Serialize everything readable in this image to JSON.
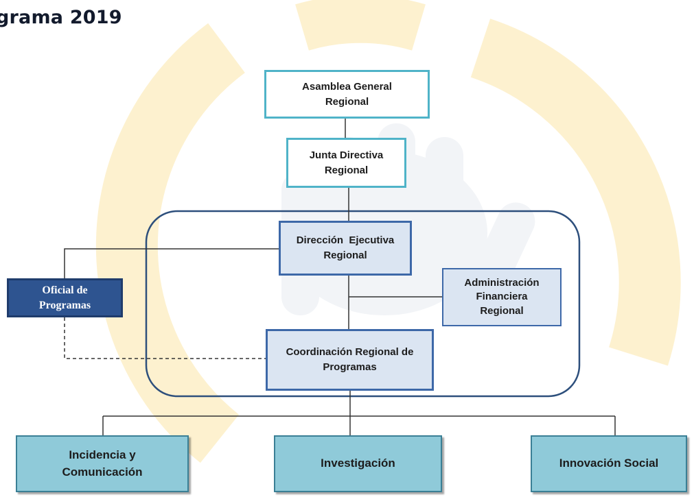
{
  "page": {
    "heading": "grama 2019"
  },
  "org_chart": {
    "asamblea": [
      "Asamblea General",
      "Regional"
    ],
    "junta": [
      "Junta Directiva",
      "Regional"
    ],
    "direccion": [
      "Dirección  Ejecutiva",
      "Regional"
    ],
    "administracion": [
      "Administración",
      "Financiera",
      "Regional"
    ],
    "oficial": [
      "Oficial de",
      "Programas"
    ],
    "coordinacion": [
      "Coordinación Regional de",
      "Programas"
    ],
    "programs": {
      "incidencia": [
        "Incidencia y",
        "Comunicación"
      ],
      "investigacion": [
        "Investigación"
      ],
      "innovacion": [
        "Innovación Social"
      ]
    }
  },
  "colors": {
    "top_border": "#4fb3c8",
    "exec_fill": "#dbe5f2",
    "exec_border": "#3d68a8",
    "oficial_fill": "#2e5490",
    "program_fill": "#8fcad9",
    "connector": "#333333",
    "group_border": "#2d4f7c",
    "watermark": "#fdf1cf"
  }
}
